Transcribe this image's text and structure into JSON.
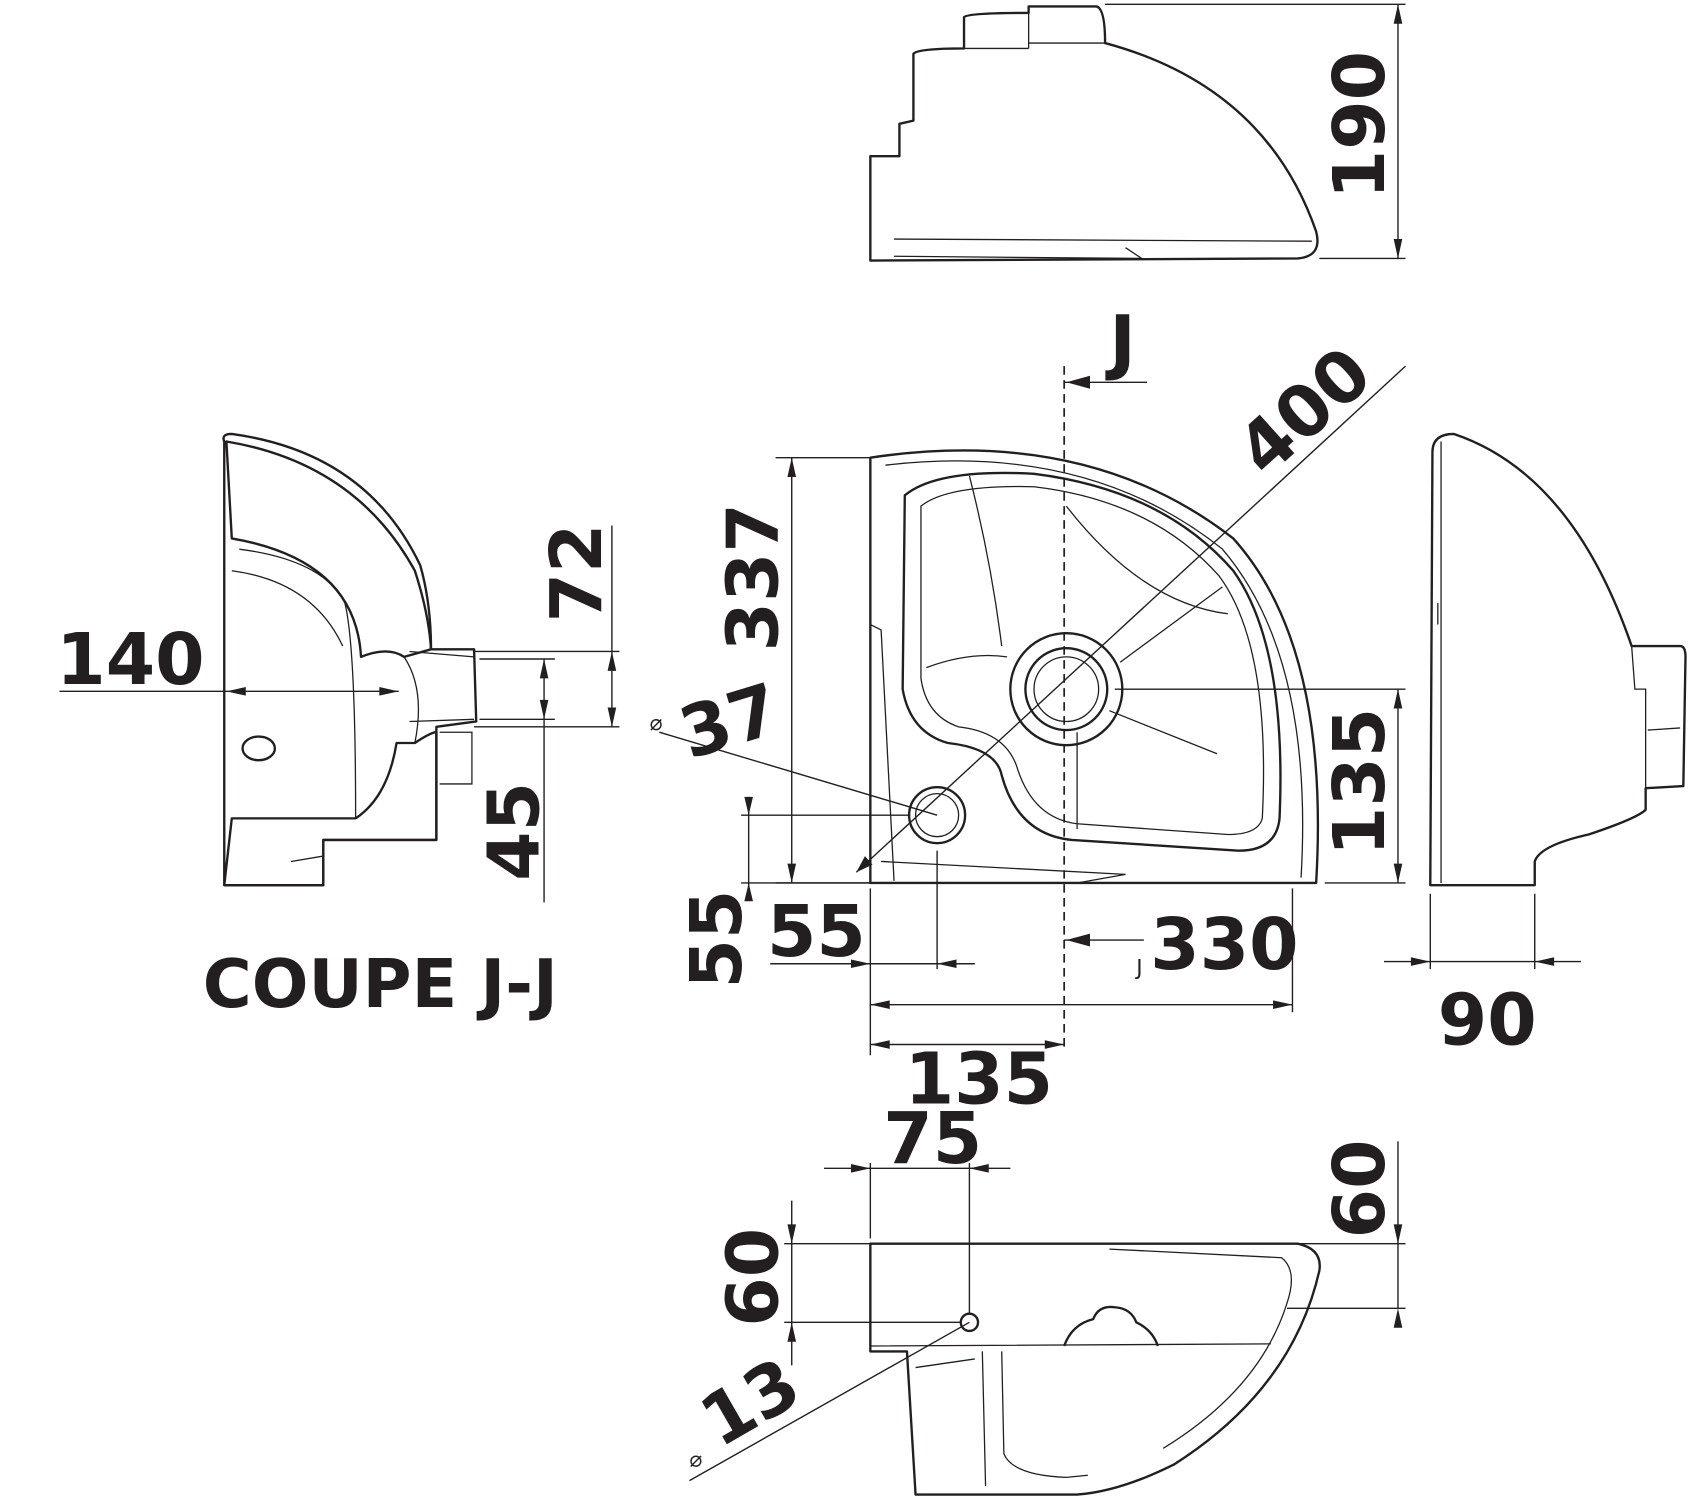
{
  "title": "COUPE J-J",
  "section_marker": "J",
  "section_marker_small": "J",
  "diameter_symbol": "⌀",
  "dimensions": {
    "height_top_view": "190",
    "diagonal": "400",
    "depth_plan": "337",
    "section_72": "72",
    "section_140": "140",
    "overflow_diameter": "37",
    "drain_offset_135_vertical": "135",
    "section_45": "45",
    "overflow_55_vertical": "55",
    "overflow_55_horizontal": "55",
    "width_330": "330",
    "side_90": "90",
    "drain_offset_135_horizontal": "135",
    "fixing_75": "75",
    "fixing_60_left": "60",
    "fixing_60_right": "60",
    "fixing_hole_diameter": "13"
  }
}
